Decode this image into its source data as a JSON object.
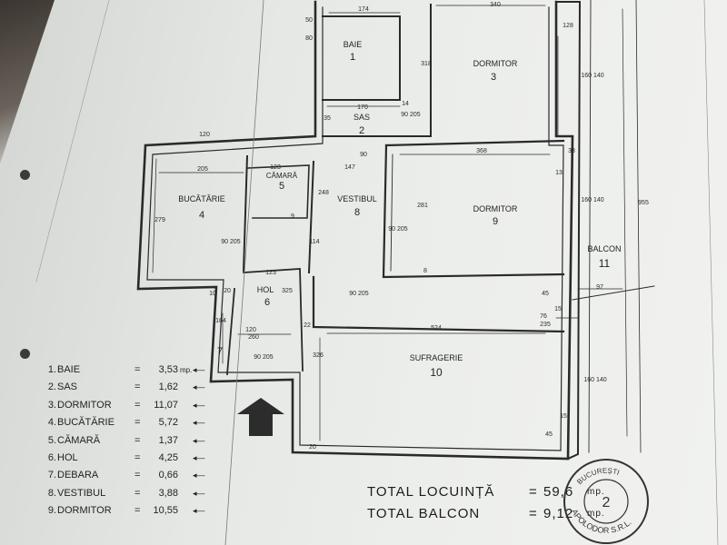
{
  "rooms": [
    {
      "name": "BAIE",
      "number": "1"
    },
    {
      "name": "SAS",
      "number": "2"
    },
    {
      "name": "DORMITOR",
      "number": "3"
    },
    {
      "name": "BUCĂTĂRIE",
      "number": "4"
    },
    {
      "name": "CĂMARĂ",
      "number": "5"
    },
    {
      "name": "HOL",
      "number": "6"
    },
    {
      "name": "",
      "number": "7"
    },
    {
      "name": "VESTIBUL",
      "number": "8"
    },
    {
      "name": "DORMITOR",
      "number": "9"
    },
    {
      "name": "SUFRAGERIE",
      "number": "10"
    },
    {
      "name": "BALCON",
      "number": "11"
    }
  ],
  "dimensions": {
    "d174": "174",
    "d340": "340",
    "d50": "50",
    "d80": "80",
    "d128": "128",
    "d318": "318",
    "d170": "170",
    "d35": "35",
    "d14": "14",
    "d90_205": "90 205",
    "d160_140": "160 140",
    "d120": "120",
    "d205": "205",
    "d123": "123",
    "d147": "147",
    "d90": "90",
    "d368": "368",
    "d33": "33",
    "d13": "13",
    "d279": "279",
    "d248": "248",
    "d281": "281",
    "d955": "955",
    "d9": "9",
    "d114": "114",
    "d8": "8",
    "d97": "97",
    "d325": "325",
    "d164": "164",
    "d10": "10",
    "d20": "20",
    "d524": "524",
    "d326": "326",
    "d22": "22",
    "d260": "260",
    "d45": "45",
    "d15": "15",
    "d235": "235",
    "d76": "76"
  },
  "legend": [
    {
      "num": "1.",
      "name": "BAIE",
      "eq": "=",
      "area": "3,53",
      "unit": "mp.",
      "arrow": "◂—"
    },
    {
      "num": "2.",
      "name": "SAS",
      "eq": "=",
      "area": "1,62",
      "unit": "",
      "arrow": "◂—"
    },
    {
      "num": "3.",
      "name": "DORMITOR",
      "eq": "=",
      "area": "11,07",
      "unit": "",
      "arrow": "◂—"
    },
    {
      "num": "4.",
      "name": "BUCĂTĂRIE",
      "eq": "=",
      "area": "5,72",
      "unit": "",
      "arrow": "◂—"
    },
    {
      "num": "5.",
      "name": "CĂMARĂ",
      "eq": "=",
      "area": "1,37",
      "unit": "",
      "arrow": "◂—"
    },
    {
      "num": "6.",
      "name": "HOL",
      "eq": "=",
      "area": "4,25",
      "unit": "",
      "arrow": "◂—"
    },
    {
      "num": "7.",
      "name": "DEBARA",
      "eq": "=",
      "area": "0,66",
      "unit": "",
      "arrow": "◂—"
    },
    {
      "num": "8.",
      "name": "VESTIBUL",
      "eq": "=",
      "area": "3,88",
      "unit": "",
      "arrow": "◂—"
    },
    {
      "num": "9.",
      "name": "DORMITOR",
      "eq": "=",
      "area": "10,55",
      "unit": "",
      "arrow": "◂—"
    }
  ],
  "totals": [
    {
      "label": "TOTAL LOCUINȚĂ",
      "eq": "=",
      "value": "59,6",
      "unit": "mp."
    },
    {
      "label": "TOTAL BALCON",
      "eq": "=",
      "value": "9,12",
      "unit": "mp."
    }
  ],
  "stamp": {
    "number": "2",
    "text_top": "BUCUREȘTI",
    "text_bottom": "APOLODOR S.R.L."
  },
  "colors": {
    "ink": "#2a2a2a",
    "paper": "#ecedeb",
    "stamp": "#333333"
  }
}
